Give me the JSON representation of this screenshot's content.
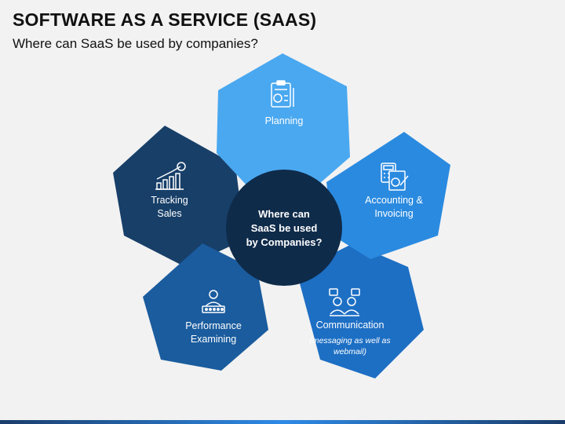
{
  "slide": {
    "title": "SOFTWARE AS A SERVICE (SAAS)",
    "subtitle": "Where can SaaS be used by companies?"
  },
  "center": {
    "line1": "Where can",
    "line2": "SaaS be used",
    "line3": "by Companies?"
  },
  "segments": [
    {
      "id": "planning",
      "line1": "Planning",
      "icon": "planning-clipboard-icon",
      "color": "#4aa8f0"
    },
    {
      "id": "accounting",
      "line1": "Accounting &",
      "line2": "Invoicing",
      "icon": "calculator-invoice-icon",
      "color": "#2a8ae0"
    },
    {
      "id": "communication",
      "line1": "Communication",
      "note1": "(messaging as well as",
      "note2": "webmail)",
      "icon": "people-chat-icon",
      "color": "#1d6fc4"
    },
    {
      "id": "performance",
      "line1": "Performance",
      "line2": "Examining",
      "icon": "person-rating-icon",
      "color": "#1a5c9e"
    },
    {
      "id": "tracking",
      "line1": "Tracking",
      "line2": "Sales",
      "icon": "sales-chart-icon",
      "color": "#173f68"
    }
  ],
  "colors": {
    "center": "#0f2b4a",
    "background": "#f2f2f2"
  }
}
